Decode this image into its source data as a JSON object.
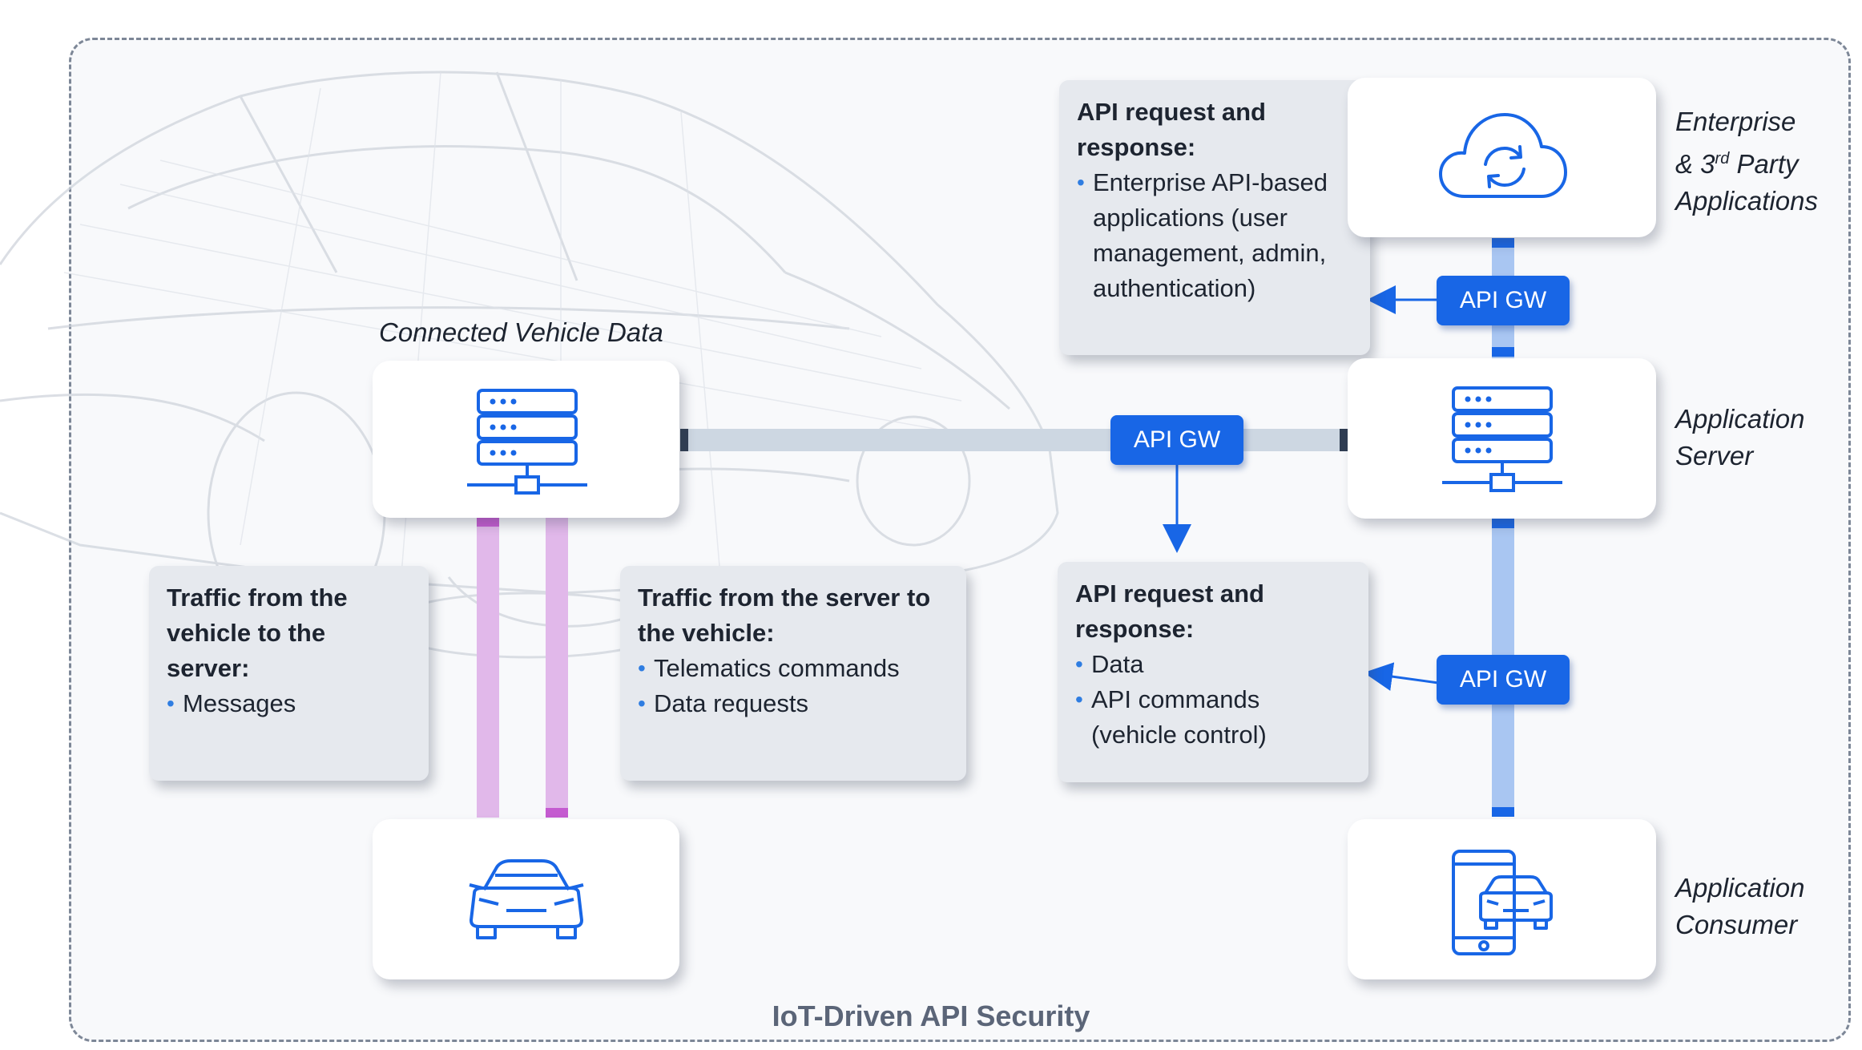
{
  "diagram": {
    "title": "IoT-Driven API Security",
    "nodes": {
      "connected_vehicle": {
        "label": "Connected Vehicle Data",
        "icon": "server-icon"
      },
      "vehicle": {
        "icon": "car-icon"
      },
      "enterprise": {
        "label": "Enterprise\n& 3rd Party\nApplications",
        "icon": "cloud-sync-icon"
      },
      "app_server": {
        "label": "Application\nServer",
        "icon": "server-icon"
      },
      "app_consumer": {
        "label": "Application\nConsumer",
        "icon": "phone-car-icon"
      }
    },
    "gateways": {
      "top": "API GW",
      "middle": "API GW",
      "bottom": "API GW"
    },
    "notes": {
      "vehicle_to_server": {
        "heading": "Traffic from the vehicle to the server:",
        "items": [
          "Messages"
        ]
      },
      "server_to_vehicle": {
        "heading": "Traffic from the server to the vehicle:",
        "items": [
          "Telematics commands",
          "Data requests"
        ]
      },
      "enterprise_api": {
        "heading": "API request and response:",
        "items": [
          "Enterprise API-based applications (user management, admin, authentication)"
        ]
      },
      "consumer_api": {
        "heading": "API request and response:",
        "items": [
          "Data",
          "API commands (vehicle control)"
        ]
      }
    },
    "colors": {
      "accent": "#1866e6",
      "link_light": "#a9c6f2",
      "traffic_link": "#e1b8ea",
      "traffic_end": "#c45bd0",
      "note_bg": "#e6e9ee"
    }
  }
}
